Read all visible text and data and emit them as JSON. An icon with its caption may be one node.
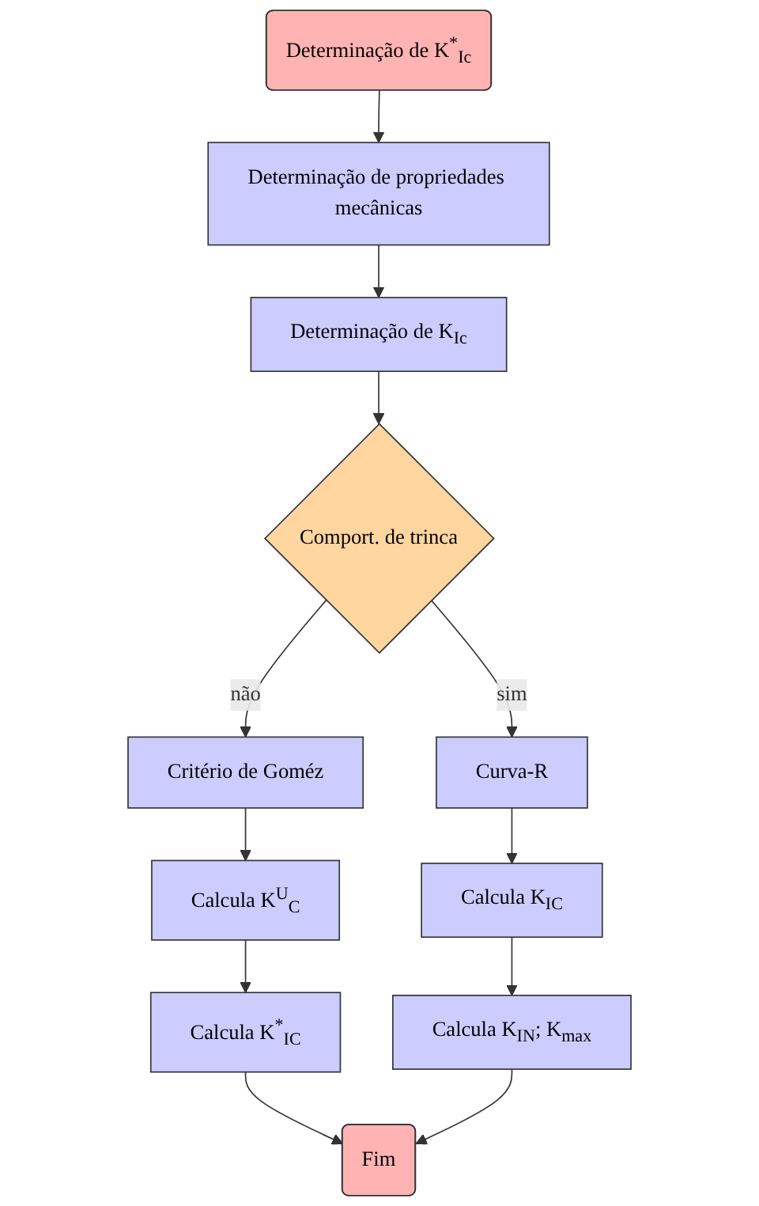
{
  "diagram": {
    "nodes": [
      {
        "text": [
          "Determinação de K$^{*}$$_{Ic}$"
        ]
      },
      {
        "text": [
          "Determinação de propriedades mecânicas"
        ]
      },
      {
        "text": [
          "Determinação de K$_{Ic}$"
        ]
      },
      {
        "text": [
          "Comport. de trinca"
        ]
      },
      {
        "text": [
          "Critério de Goméz"
        ]
      },
      {
        "text": [
          "Curva-R"
        ]
      },
      {
        "text": [
          "Calcula K$^{U}$$_{C}$"
        ]
      },
      {
        "text": [
          "Calcula K$_{IC}$"
        ]
      },
      {
        "text": [
          "Calcula K$^{*}$$_{IC}$"
        ]
      },
      {
        "text": [
          "Calcula K$_{IN}$; K$_{max}$"
        ]
      },
      {
        "text": [
          "Fim"
        ]
      }
    ],
    "edges": [
      {
        "from": 0,
        "to": 1,
        "arrow": "to"
      },
      {
        "from": 1,
        "to": 2,
        "arrow": "to"
      },
      {
        "from": 2,
        "to": 3,
        "arrow": "to"
      },
      {
        "from": 3,
        "to": 4,
        "arrow": "to",
        "label": "não"
      },
      {
        "from": 3,
        "to": 5,
        "arrow": "to",
        "label": "sim"
      },
      {
        "from": 4,
        "to": 6,
        "arrow": "to"
      },
      {
        "from": 5,
        "to": 7,
        "arrow": "to"
      },
      {
        "from": 6,
        "to": 8,
        "arrow": "to"
      },
      {
        "from": 7,
        "to": 9,
        "arrow": "to"
      },
      {
        "from": 8,
        "to": 10,
        "arrow": "to"
      },
      {
        "from": 9,
        "to": 10,
        "arrow": "to"
      }
    ]
  }
}
